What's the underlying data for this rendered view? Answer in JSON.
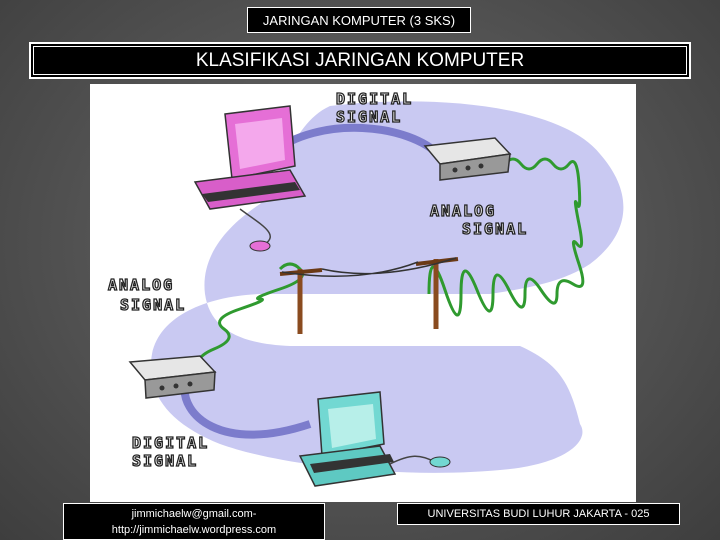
{
  "header": {
    "course_label": "JARINGAN KOMPUTER (3 SKS)",
    "slide_title": "KLASIFIKASI JARINGAN KOMPUTER"
  },
  "illustration": {
    "labels": {
      "digital_top_1": "DIGITAL",
      "digital_top_2": "SIGNAL",
      "analog_right_1": "ANALOG",
      "analog_right_2": "SIGNAL",
      "analog_left_1": "ANALOG",
      "analog_left_2": "SIGNAL",
      "digital_bottom_1": "DIGITAL",
      "digital_bottom_2": "SIGNAL"
    },
    "colors": {
      "loop": "#c9c9f2",
      "top_computer": "#e56fd6",
      "bottom_computer": "#72d8d2",
      "wave": "#2f9a2f",
      "digital_cable": "#7c7ccc"
    }
  },
  "footer": {
    "contact_line1": "jimmichaelw@gmail.com-",
    "contact_line2": "http://jimmichaelw.wordpress.com",
    "university": "UNIVERSITAS BUDI LUHUR JAKARTA - 025"
  }
}
